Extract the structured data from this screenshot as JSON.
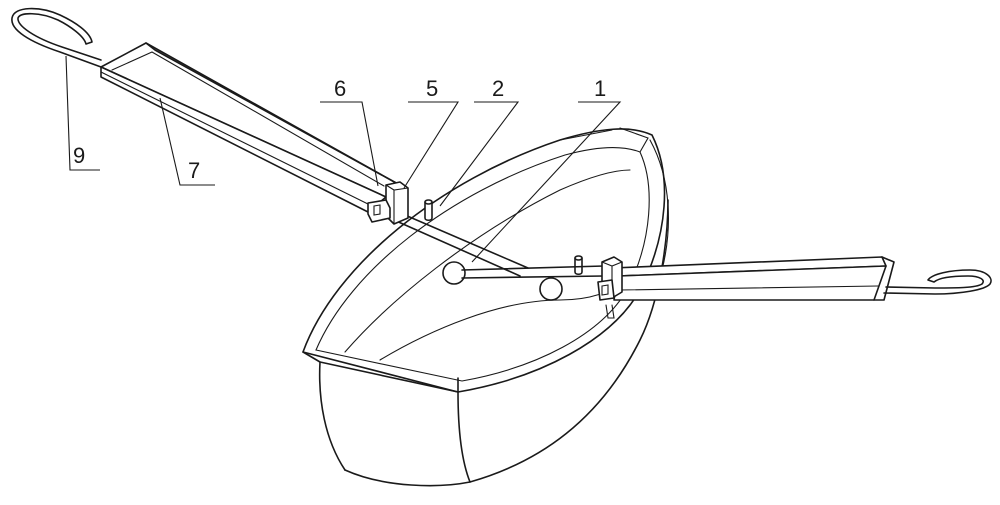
{
  "callouts": [
    {
      "id": "label-9",
      "text": "9"
    },
    {
      "id": "label-7",
      "text": "7"
    },
    {
      "id": "label-6",
      "text": "6"
    },
    {
      "id": "label-5",
      "text": "5"
    },
    {
      "id": "label-2",
      "text": "2"
    },
    {
      "id": "label-1",
      "text": "1"
    }
  ],
  "colors": {
    "line": "#1a1a1a",
    "background": "#ffffff"
  }
}
